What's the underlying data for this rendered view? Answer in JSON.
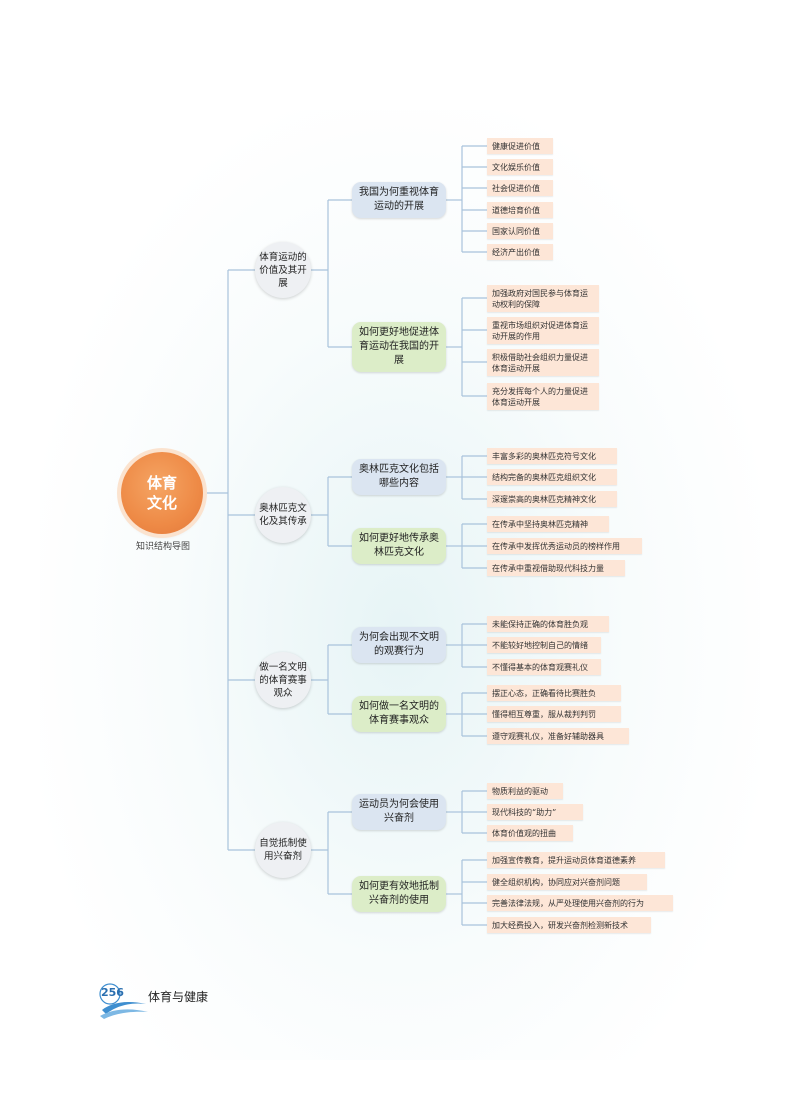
{
  "root": {
    "line1": "体育",
    "line2": "文化"
  },
  "caption": "知识结构导图",
  "topics": [
    {
      "label": "体育运动的价值及其开展"
    },
    {
      "label": "奥林匹克文化及其传承"
    },
    {
      "label": "做一名文明的体育赛事观众"
    },
    {
      "label": "自觉抵制使用兴奋剂"
    }
  ],
  "subs": [
    {
      "label": "我国为何重视体育运动的开展"
    },
    {
      "label": "如何更好地促进体育运动在我国的开展"
    },
    {
      "label": "奥林匹克文化包括哪些内容"
    },
    {
      "label": "如何更好地传承奥林匹克文化"
    },
    {
      "label": "为何会出现不文明的观赛行为"
    },
    {
      "label": "如何做一名文明的体育赛事观众"
    },
    {
      "label": "运动员为何会使用兴奋剂"
    },
    {
      "label": "如何更有效地抵制兴奋剂的使用"
    }
  ],
  "leaves": [
    "健康促进价值",
    "文化娱乐价值",
    "社会促进价值",
    "道德培育价值",
    "国家认同价值",
    "经济产出价值",
    "加强政府对国民参与体育运动权利的保障",
    "重视市场组织对促进体育运动开展的作用",
    "积极借助社会组织力量促进体育运动开展",
    "充分发挥每个人的力量促进体育运动开展",
    "丰富多彩的奥林匹克符号文化",
    "结构完备的奥林匹克组织文化",
    "深邃崇高的奥林匹克精神文化",
    "在传承中坚持奥林匹克精神",
    "在传承中发挥优秀运动员的榜样作用",
    "在传承中重视借助现代科技力量",
    "未能保持正确的体育胜负观",
    "不能较好地控制自己的情绪",
    "不懂得基本的体育观赛礼仪",
    "摆正心态，正确看待比赛胜负",
    "懂得相互尊重，服从裁判判罚",
    "遵守观赛礼仪，准备好辅助器具",
    "物质利益的驱动",
    "现代科技的“助力”",
    "体育价值观的扭曲",
    "加强宣传教育，提升运动员体育道德素养",
    "健全组织机构，协同应对兴奋剂问题",
    "完善法律法规，从严处理使用兴奋剂的行为",
    "加大经费投入，研发兴奋剂检测新技术"
  ],
  "footer": {
    "page_number": "256",
    "book_title": "体育与健康"
  },
  "colors": {
    "root": "#ee8a46",
    "line": "#a9c3dc",
    "leaf": "#fde6d7",
    "sub_blue": "#dbe5f1",
    "sub_green": "#dcedc8",
    "topic": "#eef0f3"
  }
}
